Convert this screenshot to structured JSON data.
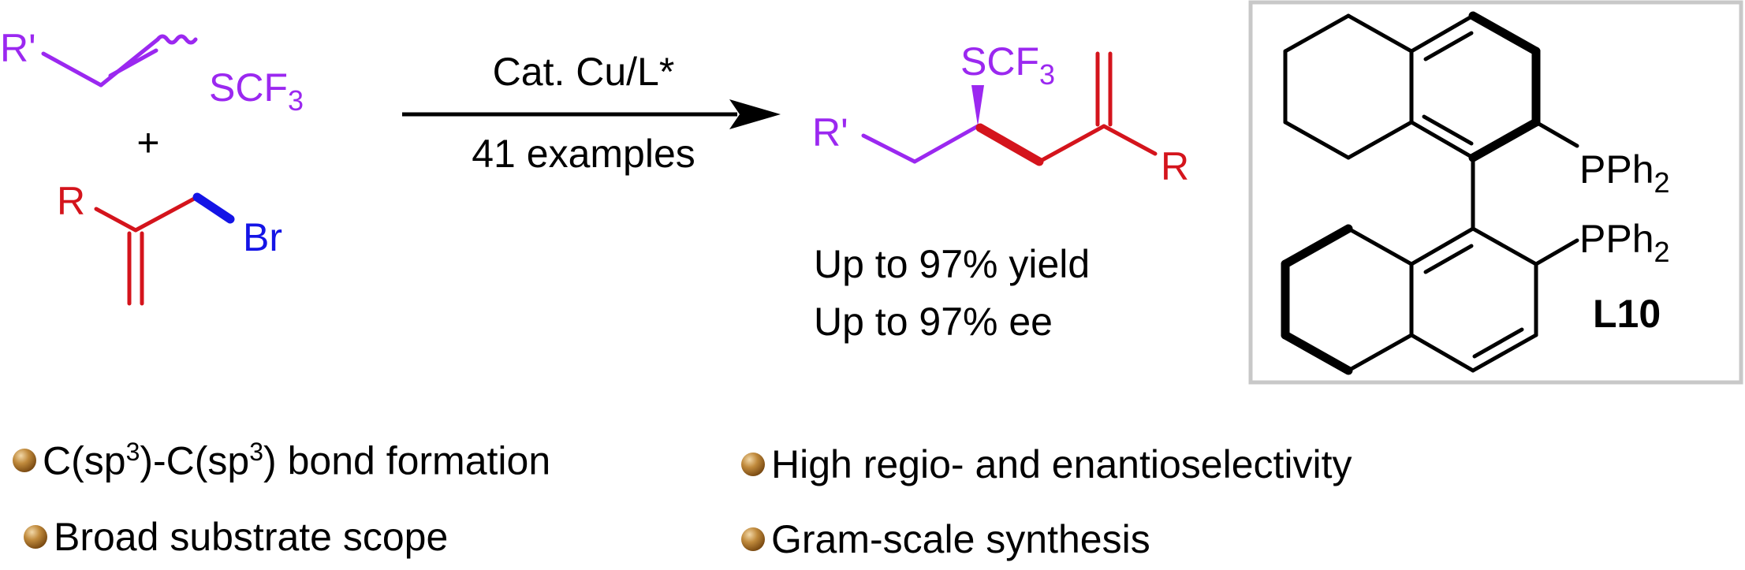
{
  "reactant1": {
    "r_label": "R'",
    "scf3_label": "SCF",
    "scf3_sub": "3",
    "color": "#9b28f0"
  },
  "plus": "+",
  "reactant2": {
    "r_label": "R",
    "br_label": "Br",
    "r_color": "#d4141c",
    "br_color": "#1414e6"
  },
  "arrow": {
    "above": "Cat. Cu/L*",
    "below": "41 examples"
  },
  "product": {
    "r_prime_label": "R'",
    "r_label": "R",
    "scf3_label": "SCF",
    "scf3_sub": "3",
    "yield_text": "Up to 97% yield",
    "ee_text": "Up to 97% ee"
  },
  "ligand": {
    "pph2_top": "PPh",
    "pph2_top_sub": "2",
    "pph2_bottom": "PPh",
    "pph2_bottom_sub": "2",
    "name": "L10"
  },
  "features": [
    {
      "pre": "C(sp",
      "sup1": "3",
      "mid": ")-C(sp",
      "sup2": "3",
      "post": ") bond formation"
    },
    {
      "text": "High regio- and enantioselectivity"
    },
    {
      "text": "Broad substrate scope"
    },
    {
      "text": "Gram-scale synthesis"
    }
  ],
  "colors": {
    "purple": "#9b28f0",
    "red": "#d4141c",
    "blue": "#1414e6",
    "box_border": "#c8c8c8"
  }
}
